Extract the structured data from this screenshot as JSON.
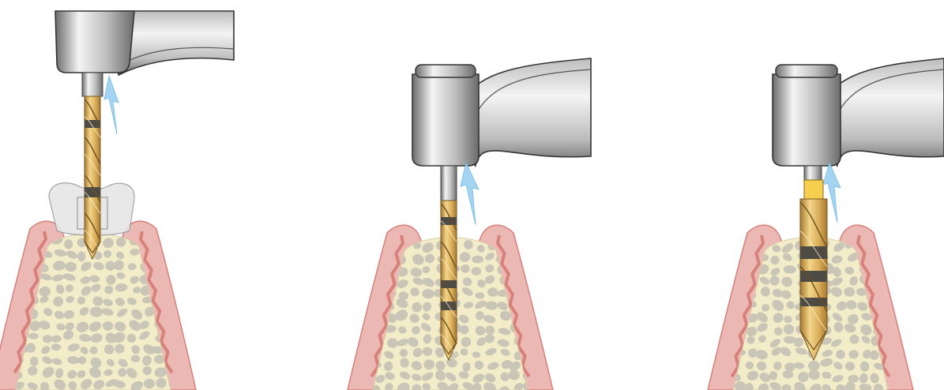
{
  "figure": {
    "panels": [
      {
        "name": "pilot-drill-with-surgical-guide",
        "drill": "pilot",
        "guide": true
      },
      {
        "name": "pilot-drill-osteotomy",
        "drill": "pilot",
        "guide": false
      },
      {
        "name": "wide-drill-osteotomy",
        "drill": "wide",
        "guide": false
      }
    ],
    "colors": {
      "gum": "#ebb8b3",
      "gum_edge": "#d8817b",
      "bone": "#f2ecc9",
      "trabecula": "#c9c6b7",
      "metal_light": "#f4f4f4",
      "metal_mid": "#bdbdbd",
      "metal_dark": "#6b6b6b",
      "gold_light": "#f3d58a",
      "gold_dark": "#a7792f",
      "band": "#4e4a44",
      "water": "#9fd3f2",
      "guide": "#e6e6e6"
    }
  }
}
